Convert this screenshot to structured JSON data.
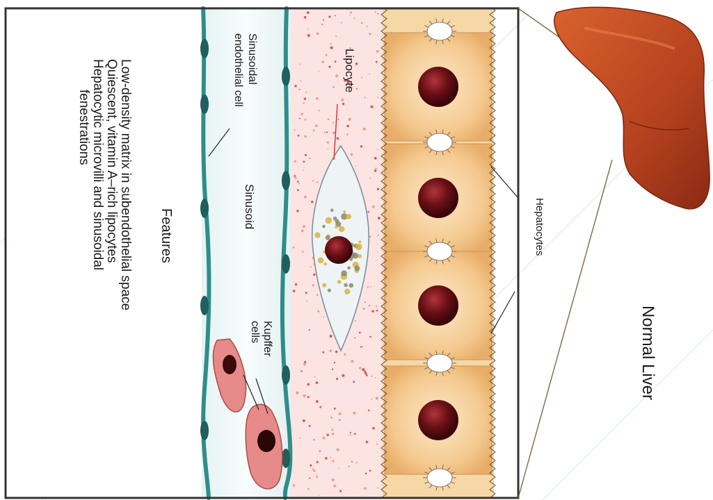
{
  "title": "Normal Liver",
  "labels": {
    "hepatocytes": "Hepatocytes",
    "lipocyte": "Lipocyte",
    "sinusoidal_endothelial_cell": [
      "Sinusoidal",
      "endothelial cell"
    ],
    "sinusoid": "Sinusoid",
    "kupffer_cells": [
      "Kupffer",
      "cells"
    ]
  },
  "features": {
    "heading": "Features",
    "lines": [
      "Low-density matrix in subendothelial space",
      "Quiescent, vitamin A–rich lipocytes",
      "Hepatocytic microvilli and sinusoidal",
      "fenestrations"
    ]
  },
  "colors": {
    "liver": "#b5421f",
    "hepatocyte": "#f2c690",
    "nucleus": "#5a0c10",
    "endothelium": "#2f8d8a",
    "space_of_disse": "#fbe3e3",
    "kupffer": "#e88a8a",
    "frame": "#333333"
  }
}
